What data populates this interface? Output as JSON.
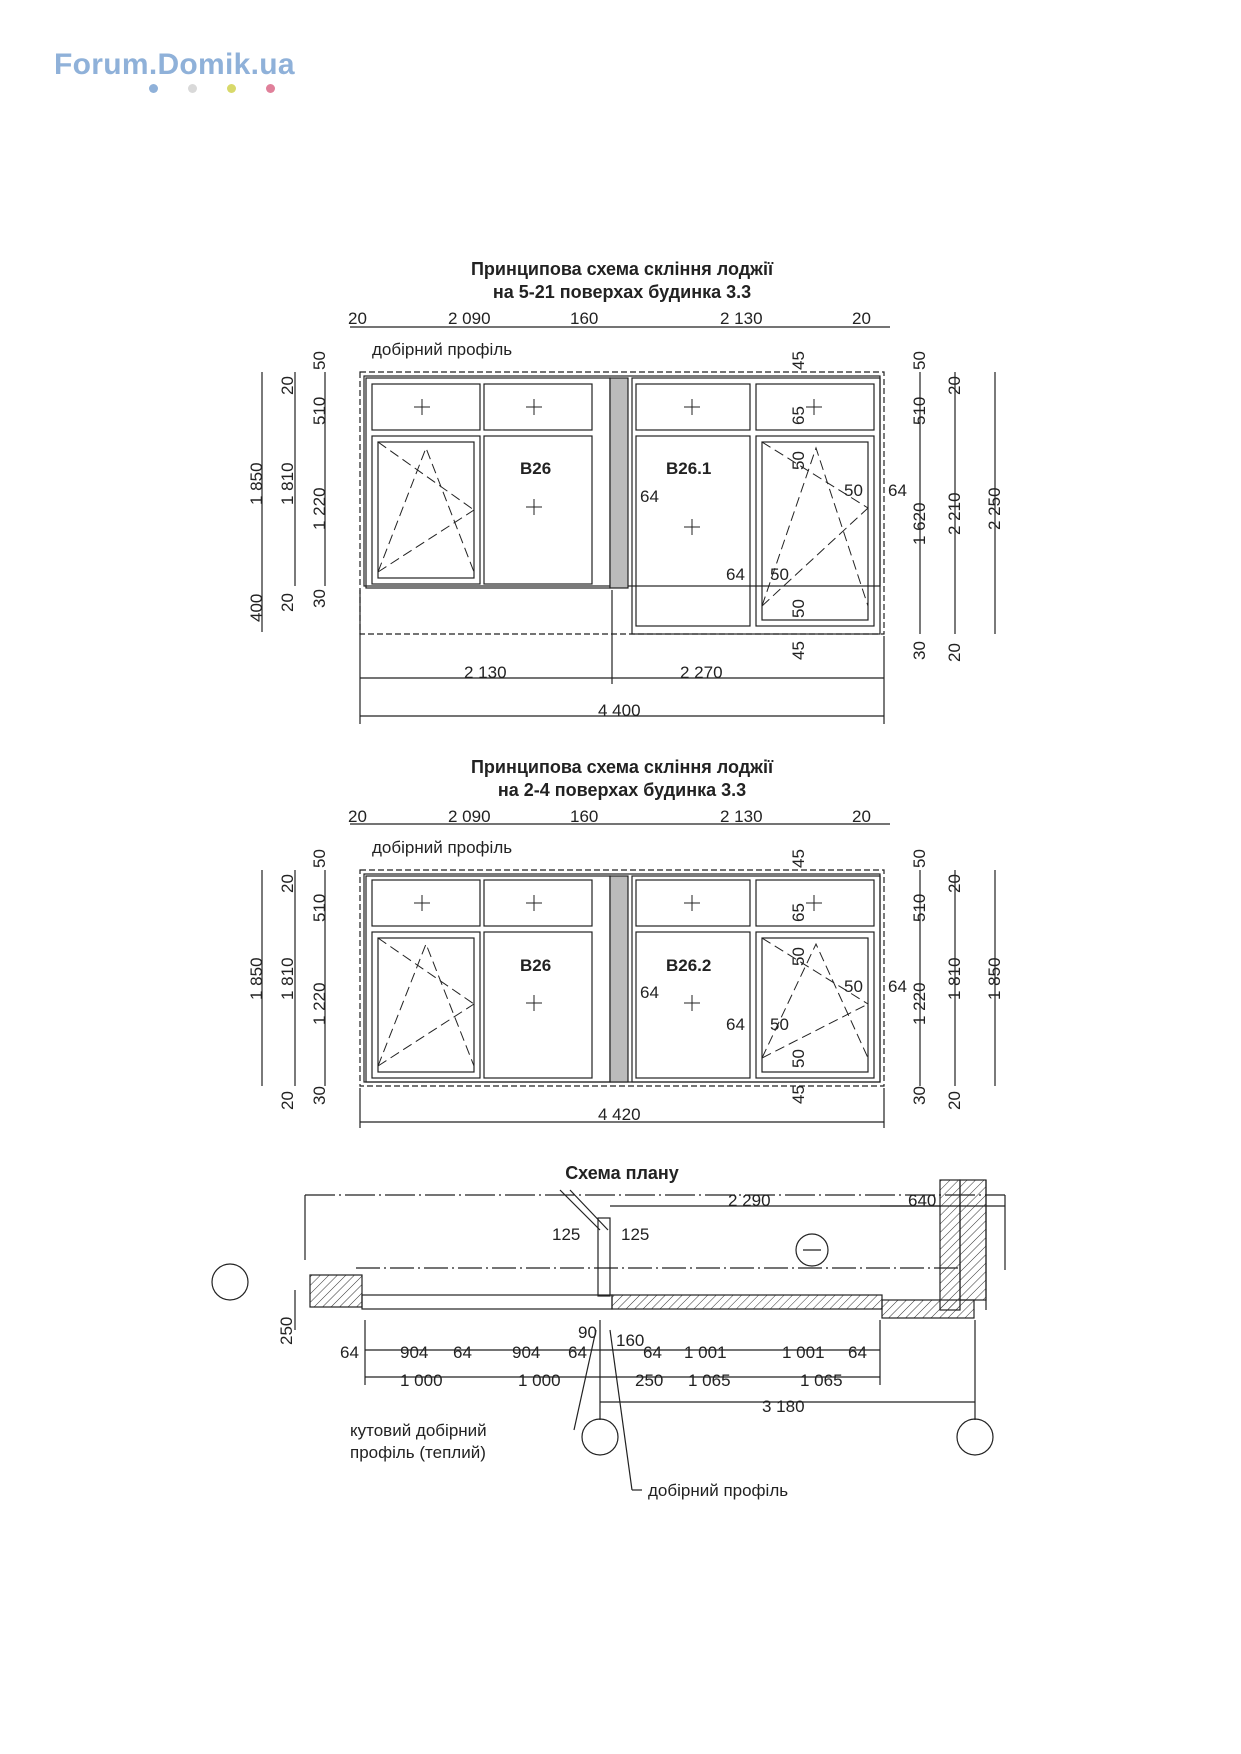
{
  "logo": {
    "text": "Forum.Domik.ua",
    "dot_colors": [
      "#8fb1d9",
      "#d9d9d9",
      "#d8d96a",
      "#e0809a"
    ]
  },
  "diagram1": {
    "title_line1": "Принципова схема скління лоджії",
    "title_line2": "на 5-21 поверхах будинка 3.3",
    "top_dims": [
      "20",
      "2 090",
      "160",
      "2 130",
      "20"
    ],
    "profile_label": "добірний профіль",
    "labels": [
      "В26",
      "В26.1"
    ],
    "left_dims": [
      "1 850",
      "1 810",
      "20",
      "510",
      "1 220",
      "50",
      "400",
      "20",
      "30"
    ],
    "right_dims": [
      "50",
      "510",
      "20",
      "1 620",
      "2 210",
      "2 250",
      "30",
      "20"
    ],
    "inner_dims": [
      "45",
      "65",
      "50",
      "50",
      "64",
      "64",
      "64",
      "50",
      "50",
      "45"
    ],
    "bottom_dims": [
      "2 130",
      "2 270",
      "4 400"
    ]
  },
  "diagram2": {
    "title_line1": "Принципова схема скління лоджії",
    "title_line2": "на 2-4 поверхах  будинка 3.3",
    "top_dims": [
      "20",
      "2 090",
      "160",
      "2 130",
      "20"
    ],
    "profile_label": "добірний профіль",
    "labels": [
      "В26",
      "В26.2"
    ],
    "left_dims": [
      "1 850",
      "1 810",
      "20",
      "510",
      "1 220",
      "50",
      "20",
      "30"
    ],
    "right_dims": [
      "50",
      "510",
      "20",
      "1 220",
      "1 810",
      "1 850",
      "30",
      "20"
    ],
    "inner_dims": [
      "45",
      "65",
      "50",
      "50",
      "64",
      "64",
      "64",
      "50",
      "50",
      "45"
    ],
    "bottom_dims": [
      "4 420"
    ]
  },
  "plan": {
    "title": "Схема плану",
    "top_dims": [
      "2 290",
      "640",
      "125",
      "125"
    ],
    "left_dim": "250",
    "row1": [
      "64",
      "904",
      "64",
      "904",
      "64",
      "90",
      "160",
      "64",
      "1 001",
      "1 001",
      "64"
    ],
    "row2": [
      "1 000",
      "1 000",
      "250",
      "1 065",
      "1 065"
    ],
    "total": "3 180",
    "callout1_line1": "кутовий добірний",
    "callout1_line2": "профіль (теплий)",
    "callout2": "добірний профіль"
  }
}
